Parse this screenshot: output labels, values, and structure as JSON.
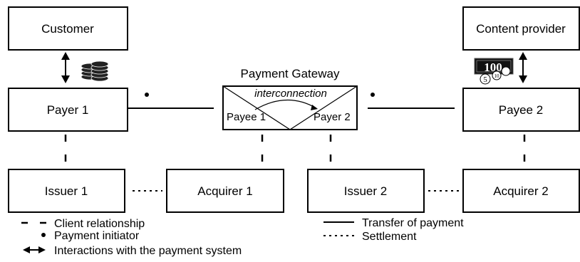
{
  "colors": {
    "stroke": "#000000",
    "background": "#ffffff",
    "banknote": "#111111",
    "coin": "#222222"
  },
  "boxes": {
    "customer": "Customer",
    "content_provider": "Content provider",
    "payer1": "Payer 1",
    "payee2": "Payee 2",
    "issuer1": "Issuer 1",
    "acquirer1": "Acquirer 1",
    "issuer2": "Issuer 2",
    "acquirer2": "Acquirer 2"
  },
  "gateway": {
    "title": "Payment Gateway",
    "interconnection": "interconnection",
    "payee1": "Payee 1",
    "payer2": "Payer 2"
  },
  "money_icons": {
    "banknote_value": "100",
    "coin_five": "5",
    "coin_ten": "10"
  },
  "legend": {
    "client_relationship": "Client relationship",
    "payment_initiator": "Payment initiator",
    "interactions": "Interactions with the payment system",
    "transfer_of_payment": "Transfer of payment",
    "settlement": "Settlement"
  }
}
